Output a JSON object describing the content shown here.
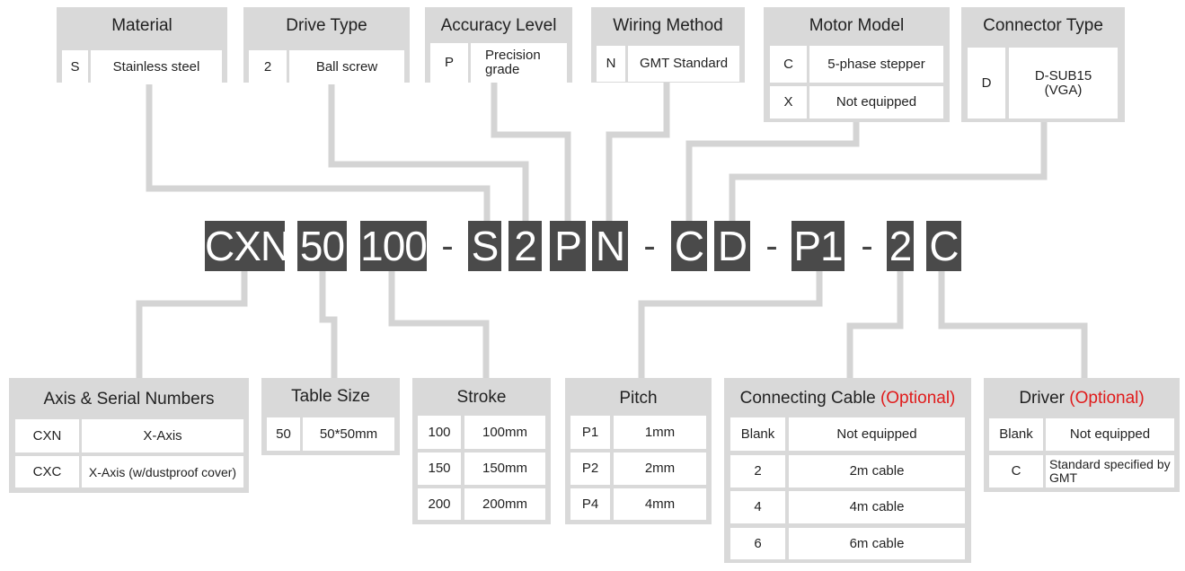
{
  "model_code": {
    "segments": [
      "CXN",
      "50",
      "100",
      "S",
      "2",
      "P",
      "N",
      "C",
      "D",
      "P1",
      "2",
      "C"
    ],
    "separator": "-"
  },
  "top_boxes": {
    "material": {
      "title": "Material",
      "rows": [
        {
          "code": "S",
          "desc": "Stainless steel"
        }
      ]
    },
    "drive_type": {
      "title": "Drive Type",
      "rows": [
        {
          "code": "2",
          "desc": "Ball screw"
        }
      ]
    },
    "accuracy_level": {
      "title": "Accuracy Level",
      "rows": [
        {
          "code": "P",
          "desc": "Precision grade"
        }
      ]
    },
    "wiring_method": {
      "title": "Wiring Method",
      "rows": [
        {
          "code": "N",
          "desc": "GMT Standard"
        }
      ]
    },
    "motor_model": {
      "title": "Motor Model",
      "rows": [
        {
          "code": "C",
          "desc": "5-phase stepper"
        },
        {
          "code": "X",
          "desc": "Not equipped"
        }
      ]
    },
    "connector_type": {
      "title": "Connector Type",
      "rows": [
        {
          "code": "D",
          "desc": "D-SUB15 (VGA)"
        }
      ]
    }
  },
  "bottom_boxes": {
    "axis_serial": {
      "title": "Axis & Serial Numbers",
      "rows": [
        {
          "code": "CXN",
          "desc": "X-Axis"
        },
        {
          "code": "CXC",
          "desc": "X-Axis (w/dustproof cover)"
        }
      ]
    },
    "table_size": {
      "title": "Table Size",
      "rows": [
        {
          "code": "50",
          "desc": "50*50mm"
        }
      ]
    },
    "stroke": {
      "title": "Stroke",
      "rows": [
        {
          "code": "100",
          "desc": "100mm"
        },
        {
          "code": "150",
          "desc": "150mm"
        },
        {
          "code": "200",
          "desc": "200mm"
        }
      ]
    },
    "pitch": {
      "title": "Pitch",
      "rows": [
        {
          "code": "P1",
          "desc": "1mm"
        },
        {
          "code": "P2",
          "desc": "2mm"
        },
        {
          "code": "P4",
          "desc": "4mm"
        }
      ]
    },
    "connecting_cable": {
      "title": "Connecting Cable",
      "optional": "(Optional)",
      "rows": [
        {
          "code": "Blank",
          "desc": "Not equipped"
        },
        {
          "code": "2",
          "desc": "2m cable"
        },
        {
          "code": "4",
          "desc": "4m cable"
        },
        {
          "code": "6",
          "desc": "6m cable"
        }
      ]
    },
    "driver": {
      "title": "Driver",
      "optional": "(Optional)",
      "rows": [
        {
          "code": "Blank",
          "desc": "Not equipped"
        },
        {
          "code": "C",
          "desc": "Standard specified by GMT"
        }
      ]
    }
  },
  "colors": {
    "segment_bg": "#4a4a4a",
    "box_bg": "#d9d9d9",
    "connector_line": "#d4d4d4",
    "optional_text": "#e01b1b"
  }
}
